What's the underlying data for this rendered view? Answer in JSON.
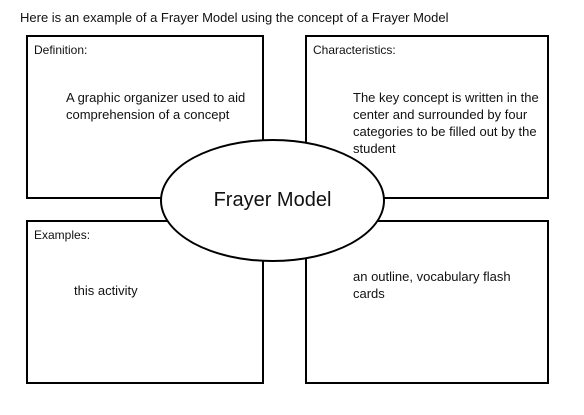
{
  "intro_text": "Here is an example of a Frayer Model using the concept of a Frayer Model",
  "center": {
    "label": "Frayer Model"
  },
  "quadrants": {
    "top_left": {
      "label": "Definition:",
      "body": "A graphic organizer used to aid comprehension of a concept"
    },
    "top_right": {
      "label": "Characteristics:",
      "body": "The key concept is written in the center and surrounded by four categories to be filled out by the student"
    },
    "bottom_left": {
      "label": "Examples:",
      "body": "this activity"
    },
    "bottom_right": {
      "label": "",
      "body": "an outline, vocabulary flash cards"
    }
  }
}
